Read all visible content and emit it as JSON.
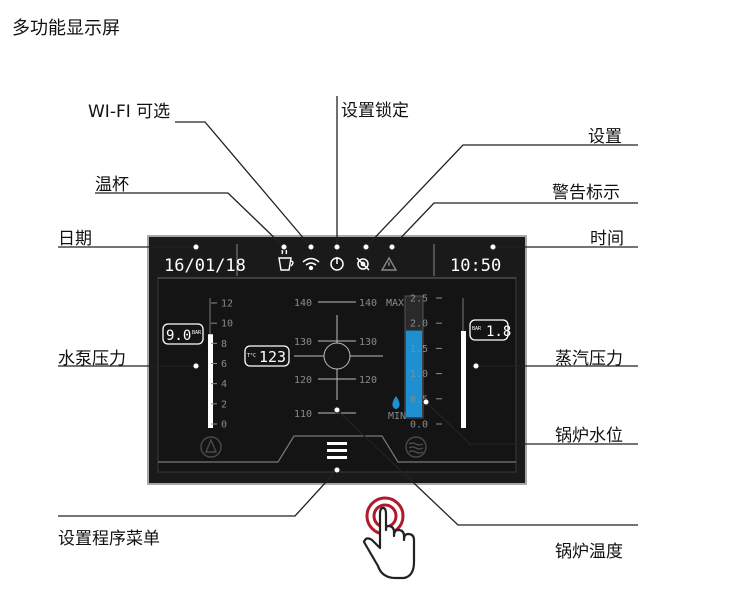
{
  "heading": "多功能显示屏",
  "callouts": {
    "wifi": "WI-FI 可选",
    "cup_warmer": "温杯",
    "date": "日期",
    "settings_lock": "设置锁定",
    "settings": "设置",
    "warning": "警告标示",
    "time": "时间",
    "pump_pressure": "水泵压力",
    "steam_pressure": "蒸汽压力",
    "boiler_level": "锅炉水位",
    "settings_menu": "设置程序菜单",
    "boiler_temp": "锅炉温度"
  },
  "screen": {
    "date": "16/01/18",
    "time": "10:50",
    "pump_value": "9.0",
    "pump_unit": "BAR",
    "pump_ticks": [
      "12",
      "10",
      "8",
      "6",
      "4",
      "2",
      "0"
    ],
    "temp_value": "123",
    "temp_unit": "T°C",
    "temp_ticks_left": [
      "140",
      "130",
      "120",
      "110"
    ],
    "temp_ticks_right": [
      "140",
      "130",
      "120"
    ],
    "level_max": "MAX",
    "level_min": "MIN",
    "steam_value": "1.8",
    "steam_unit": "BAR",
    "steam_ticks": [
      "2.5",
      "2.0",
      "1.5",
      "1.0",
      "0.5",
      "0.0"
    ],
    "pump_level": 0.75,
    "boiler_level_fill": 0.72
  },
  "colors": {
    "screen_bg": "#151515",
    "frame": "#9a9a9a",
    "water": "#1e8fd0",
    "leader": "#222222",
    "hand": "#b01a2a"
  },
  "icons": [
    "cup-warmer-icon",
    "wifi-icon",
    "power-lock-icon",
    "settings-icon",
    "warning-icon",
    "menu-icon",
    "pump-icon",
    "steam-icon",
    "water-drop-icon",
    "touch-hand-icon"
  ]
}
